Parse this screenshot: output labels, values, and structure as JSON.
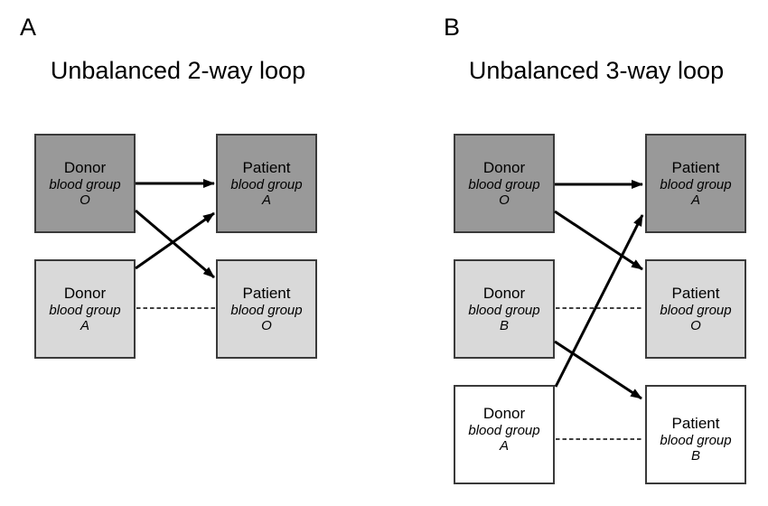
{
  "figure": {
    "description": "Kidney paired-donation blood group loop diagram with two panels",
    "colors": {
      "background": "#ffffff",
      "dark_gray_fill": "#999999",
      "light_gray_fill": "#d9d9d9",
      "white_fill": "#ffffff",
      "box_border": "#3a3a3a",
      "arrow": "#000000",
      "text": "#000000"
    },
    "panels": [
      {
        "label": "A",
        "title": "Unbalanced 2-way loop",
        "boxes": [
          {
            "role": "Donor",
            "subtitle": "blood group",
            "letter": "O",
            "shade": "dark-gray"
          },
          {
            "role": "Patient",
            "subtitle": "blood group",
            "letter": "A",
            "shade": "dark-gray"
          },
          {
            "role": "Donor",
            "subtitle": "blood group",
            "letter": "A",
            "shade": "light-gray"
          },
          {
            "role": "Patient",
            "subtitle": "blood group",
            "letter": "O",
            "shade": "light-gray"
          }
        ],
        "edges": [
          {
            "from": "Donor O",
            "to": "Patient A",
            "style": "solid-arrow"
          },
          {
            "from": "Donor O",
            "to": "Patient O",
            "style": "solid-arrow"
          },
          {
            "from": "Donor A",
            "to": "Patient A",
            "style": "solid-arrow"
          },
          {
            "from": "Donor A",
            "to": "Patient O",
            "style": "dashed-line"
          }
        ]
      },
      {
        "label": "B",
        "title": "Unbalanced 3-way loop",
        "boxes": [
          {
            "role": "Donor",
            "subtitle": "blood group",
            "letter": "O",
            "shade": "dark-gray"
          },
          {
            "role": "Patient",
            "subtitle": "blood group",
            "letter": "A",
            "shade": "dark-gray"
          },
          {
            "role": "Donor",
            "subtitle": "blood group",
            "letter": "B",
            "shade": "light-gray"
          },
          {
            "role": "Patient",
            "subtitle": "blood group",
            "letter": "O",
            "shade": "light-gray"
          },
          {
            "role": "Donor",
            "subtitle": "blood group",
            "letter": "A",
            "shade": "white"
          },
          {
            "role": "Patient",
            "subtitle": "blood group",
            "letter": "B",
            "shade": "white"
          }
        ],
        "edges": [
          {
            "from": "Donor O",
            "to": "Patient A",
            "style": "solid-arrow"
          },
          {
            "from": "Donor O",
            "to": "Patient O",
            "style": "solid-arrow"
          },
          {
            "from": "Donor A",
            "to": "Patient A",
            "style": "solid-arrow"
          },
          {
            "from": "Donor B",
            "to": "Patient B",
            "style": "solid-arrow"
          },
          {
            "from": "Donor B",
            "to": "Patient O",
            "style": "dashed-line"
          },
          {
            "from": "Donor A",
            "to": "Patient B",
            "style": "dashed-line"
          }
        ]
      }
    ]
  }
}
